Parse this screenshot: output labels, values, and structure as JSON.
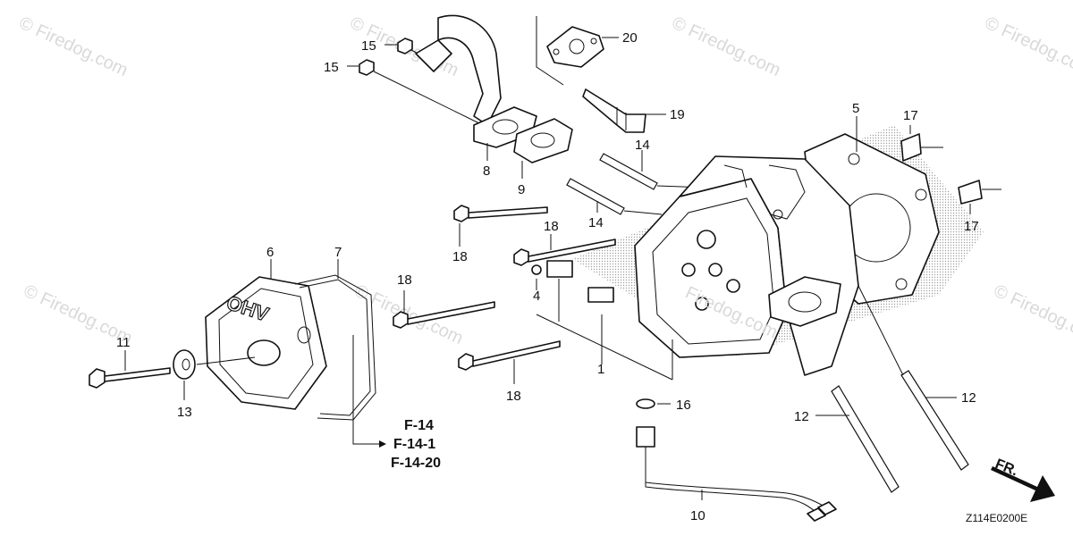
{
  "watermark": {
    "text": "© Firedog.com",
    "center_text": "Firedog.com"
  },
  "callouts": {
    "c1": "1",
    "c4": "4",
    "c5": "5",
    "c6": "6",
    "c7": "7",
    "c8": "8",
    "c9": "9",
    "c10": "10",
    "c11": "11",
    "c12a": "12",
    "c12b": "12",
    "c13": "13",
    "c14a": "14",
    "c14b": "14",
    "c15a": "15",
    "c15b": "15",
    "c16": "16",
    "c17a": "17",
    "c17b": "17",
    "c18a": "18",
    "c18b": "18",
    "c18c": "18",
    "c18d": "18",
    "c19": "19",
    "c20": "20"
  },
  "references": [
    "F-14",
    "F-14-1",
    "F-14-20"
  ],
  "diagram_code": "Z114E0200E",
  "direction_label": "FR."
}
